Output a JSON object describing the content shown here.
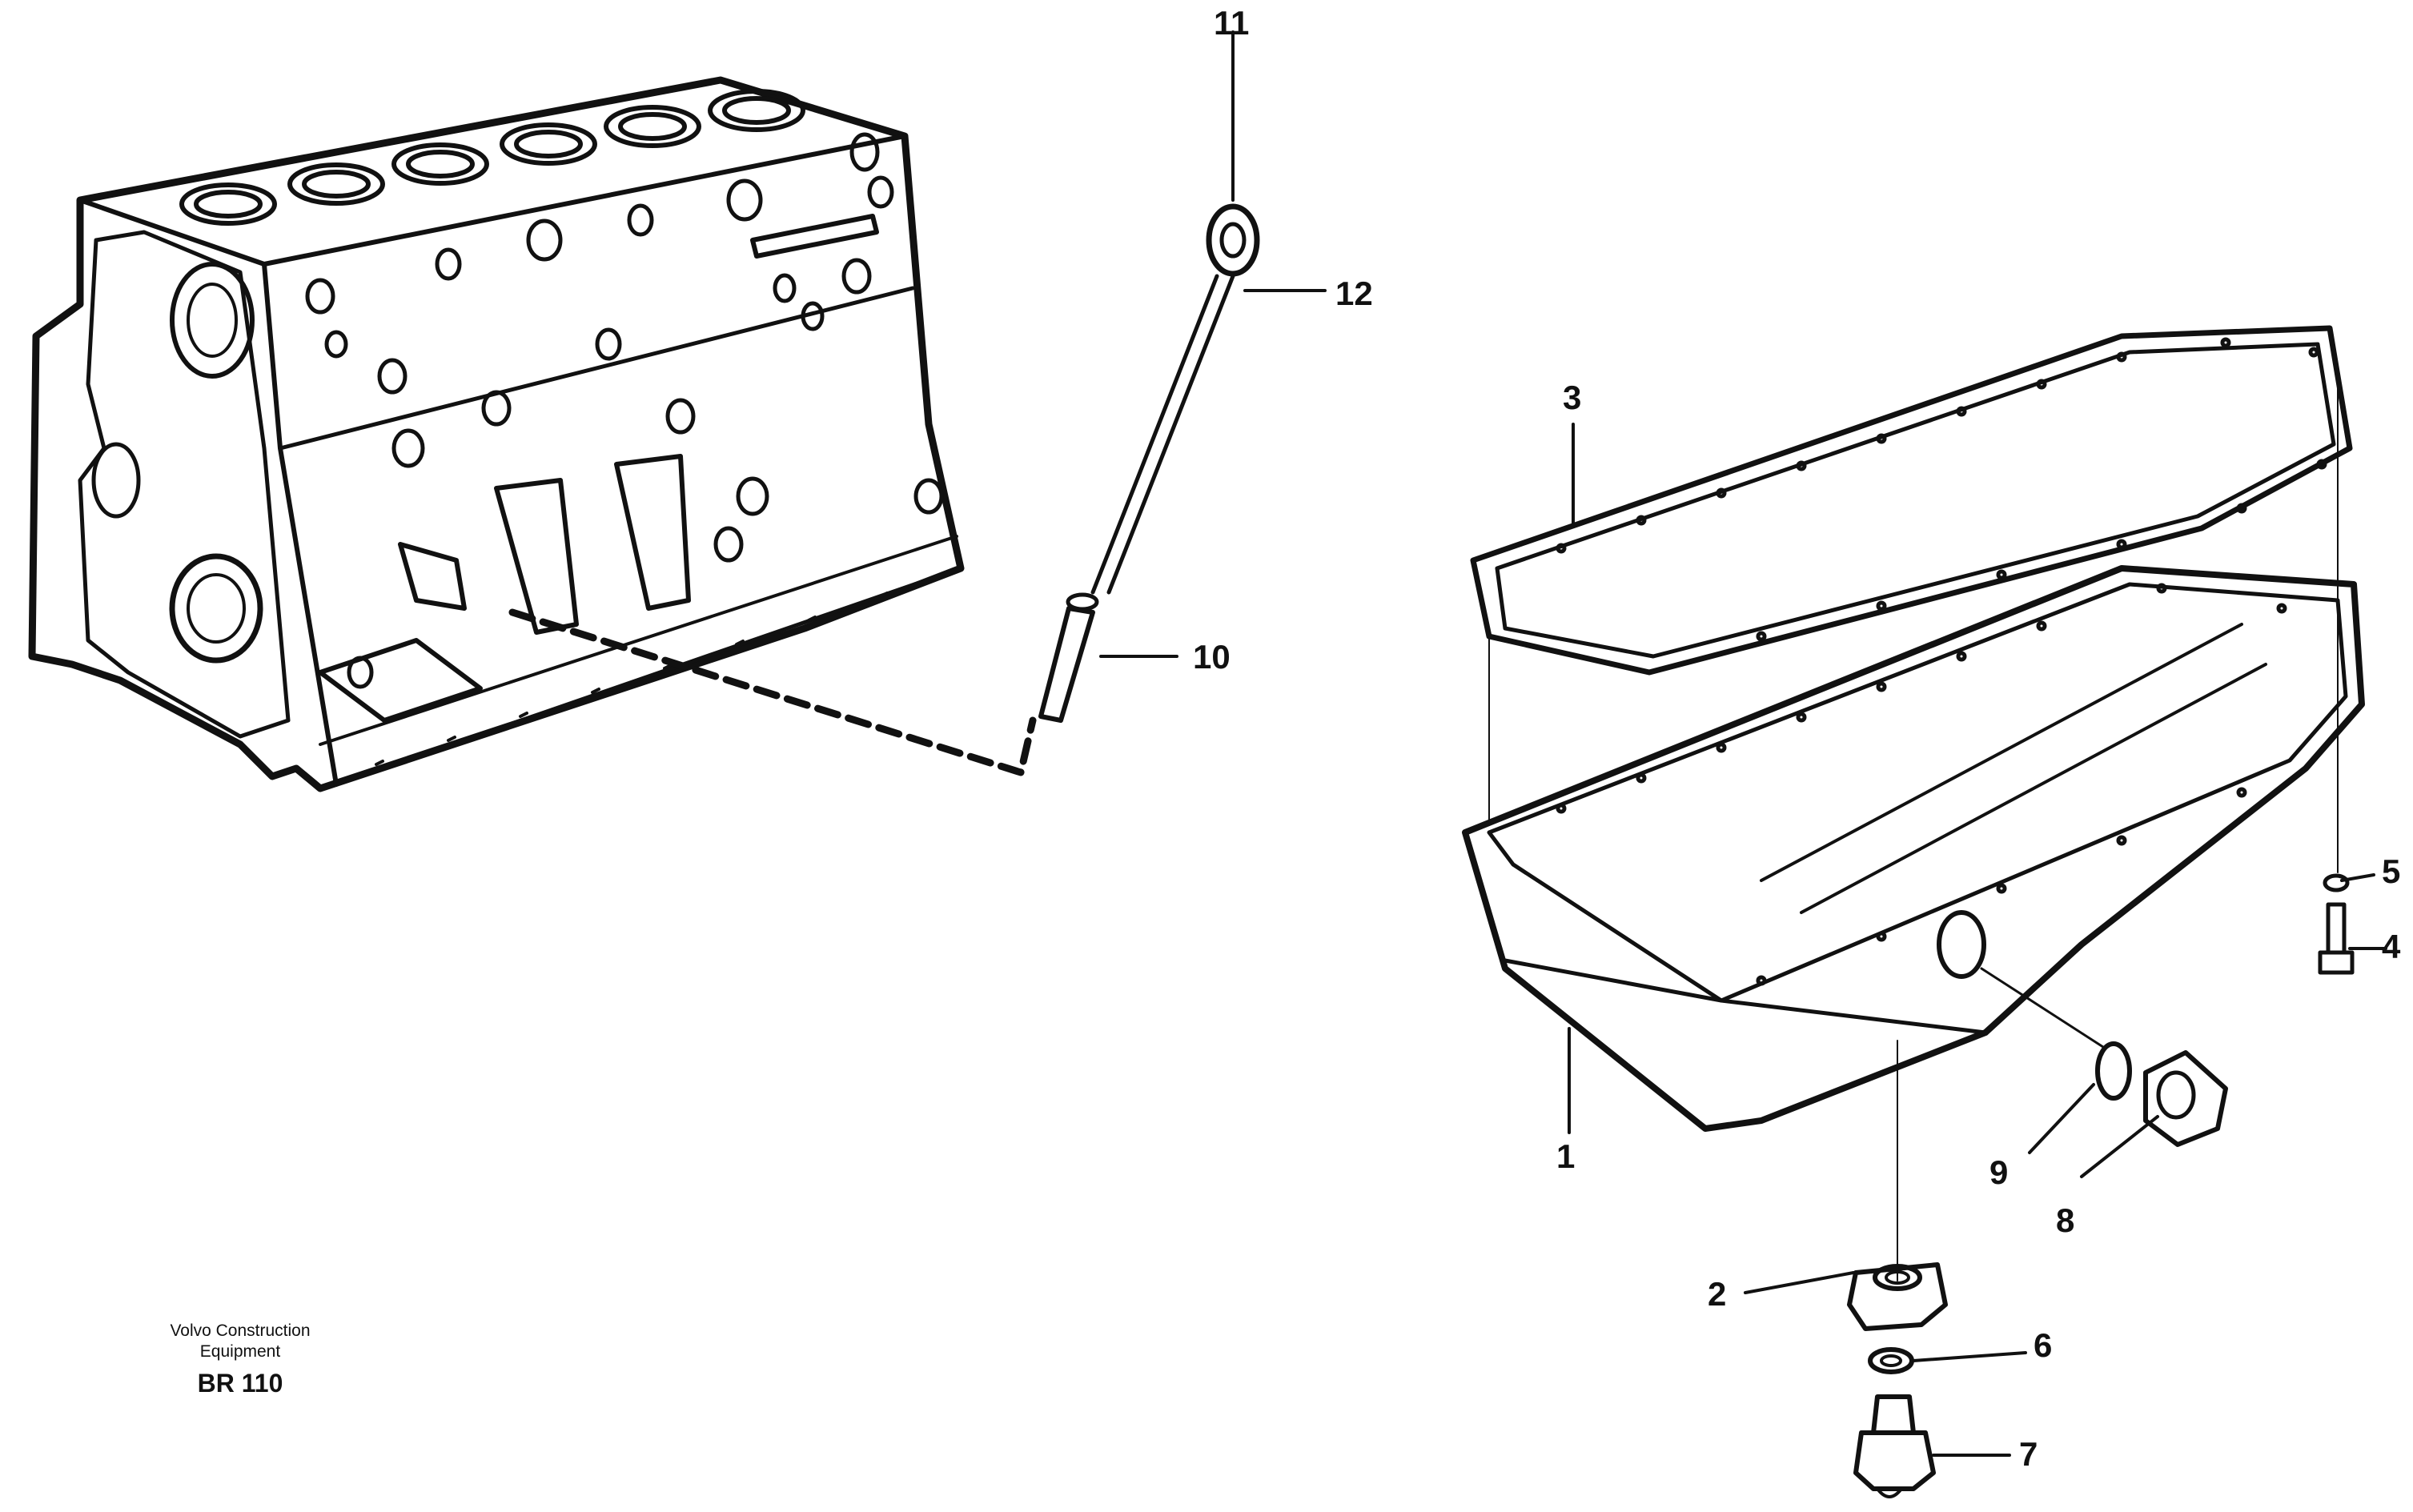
{
  "caption": {
    "manufacturer": "Volvo Construction",
    "category": "Equipment",
    "model": "BR 110"
  },
  "callouts": [
    {
      "id": "1",
      "text": "1"
    },
    {
      "id": "2",
      "text": "2"
    },
    {
      "id": "3",
      "text": "3"
    },
    {
      "id": "4",
      "text": "4"
    },
    {
      "id": "5",
      "text": "5"
    },
    {
      "id": "6",
      "text": "6"
    },
    {
      "id": "7",
      "text": "7"
    },
    {
      "id": "8",
      "text": "8"
    },
    {
      "id": "9",
      "text": "9"
    },
    {
      "id": "10",
      "text": "10"
    },
    {
      "id": "11",
      "text": "11"
    },
    {
      "id": "12",
      "text": "12"
    }
  ],
  "colors": {
    "ink": "#111111",
    "paper": "#ffffff"
  }
}
